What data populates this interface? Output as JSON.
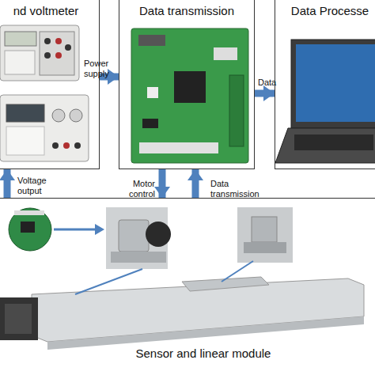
{
  "diagram": {
    "nodes": [
      {
        "text": [
          "nd voltmeter"
        ]
      },
      {
        "text": [
          "Data transmission"
        ]
      },
      {
        "text": [
          "Data Processe"
        ]
      },
      {
        "text": [
          "Sensor and linear module"
        ]
      }
    ],
    "edges": [
      {
        "from": 0,
        "to": 1,
        "arrow": "to",
        "label": "Power supply"
      },
      {
        "from": 1,
        "to": 2,
        "arrow": "to",
        "label": "Data"
      },
      {
        "from": 3,
        "to": 0,
        "arrow": "to",
        "label": "Voltage output"
      },
      {
        "from": 1,
        "to": 3,
        "arrow": "to",
        "label": "Motor control"
      },
      {
        "from": 3,
        "to": 1,
        "arrow": "to",
        "label": "Data transmission"
      }
    ]
  }
}
